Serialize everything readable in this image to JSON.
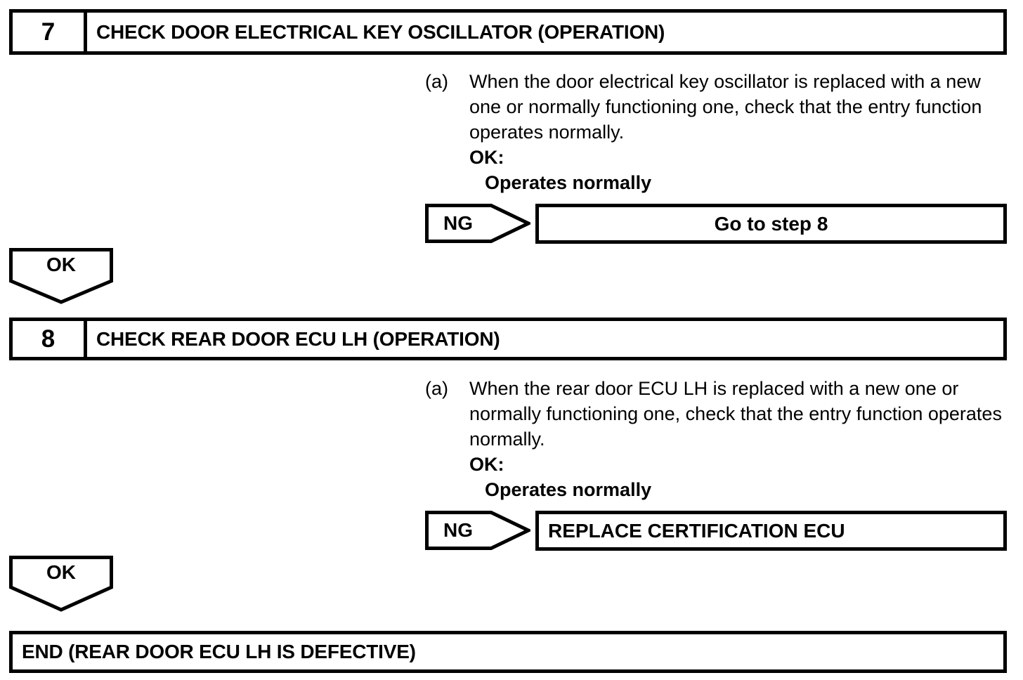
{
  "steps": [
    {
      "number": "7",
      "title": "CHECK DOOR ELECTRICAL KEY OSCILLATOR (OPERATION)",
      "procedure": {
        "label": "(a)",
        "text": "When the door electrical key oscillator is replaced with a new one or normally functioning one, check that the entry function operates normally.",
        "ok_label": "OK:",
        "ok_value": "Operates normally"
      },
      "ng": {
        "tag": "NG",
        "result": "Go to step 8",
        "align": "center"
      },
      "ok_tag": "OK"
    },
    {
      "number": "8",
      "title": "CHECK REAR DOOR ECU LH (OPERATION)",
      "procedure": {
        "label": "(a)",
        "text": "When the rear door ECU LH is replaced with a new one or normally functioning one, check that the entry function operates normally.",
        "ok_label": "OK:",
        "ok_value": "Operates normally"
      },
      "ng": {
        "tag": "NG",
        "result": "REPLACE CERTIFICATION ECU",
        "align": "left"
      },
      "ok_tag": "OK"
    }
  ],
  "end": {
    "label": "END (REAR DOOR ECU LH IS DEFECTIVE)"
  },
  "colors": {
    "ink": "#000000",
    "paper": "#ffffff"
  }
}
